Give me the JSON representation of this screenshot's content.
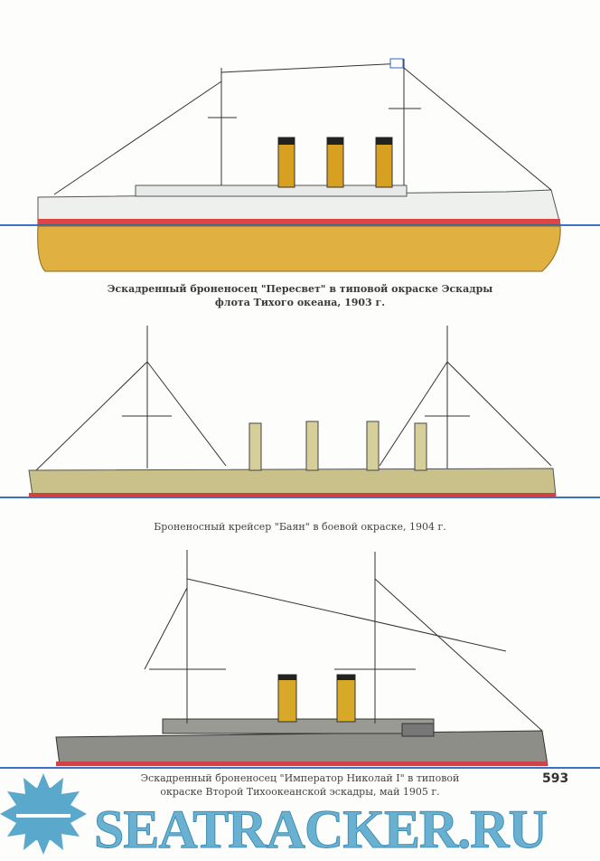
{
  "captions": {
    "ship1_line1": "Эскадренный броненосец \"Пересвет\" в типовой окраске Эскадры",
    "ship1_line2": "флота Тихого океана,  1903 г.",
    "ship2": "Броненосный крейсер \"Баян\" в боевой окраске,  1904 г.",
    "ship3_line1": "Эскадренный броненосец \"Император Николай I\" в типовой",
    "ship3_line2": "окраске Второй Тихоокеанской эскадры, май 1905 г."
  },
  "page_number": "593",
  "watermark": "SEATRACKER.RU",
  "colors": {
    "water": "#3d6fc4",
    "hull_yellow": "#e0b040",
    "khaki": "#c9c08a",
    "grey": "#8e8e88",
    "logo": "#5aa8cc"
  }
}
